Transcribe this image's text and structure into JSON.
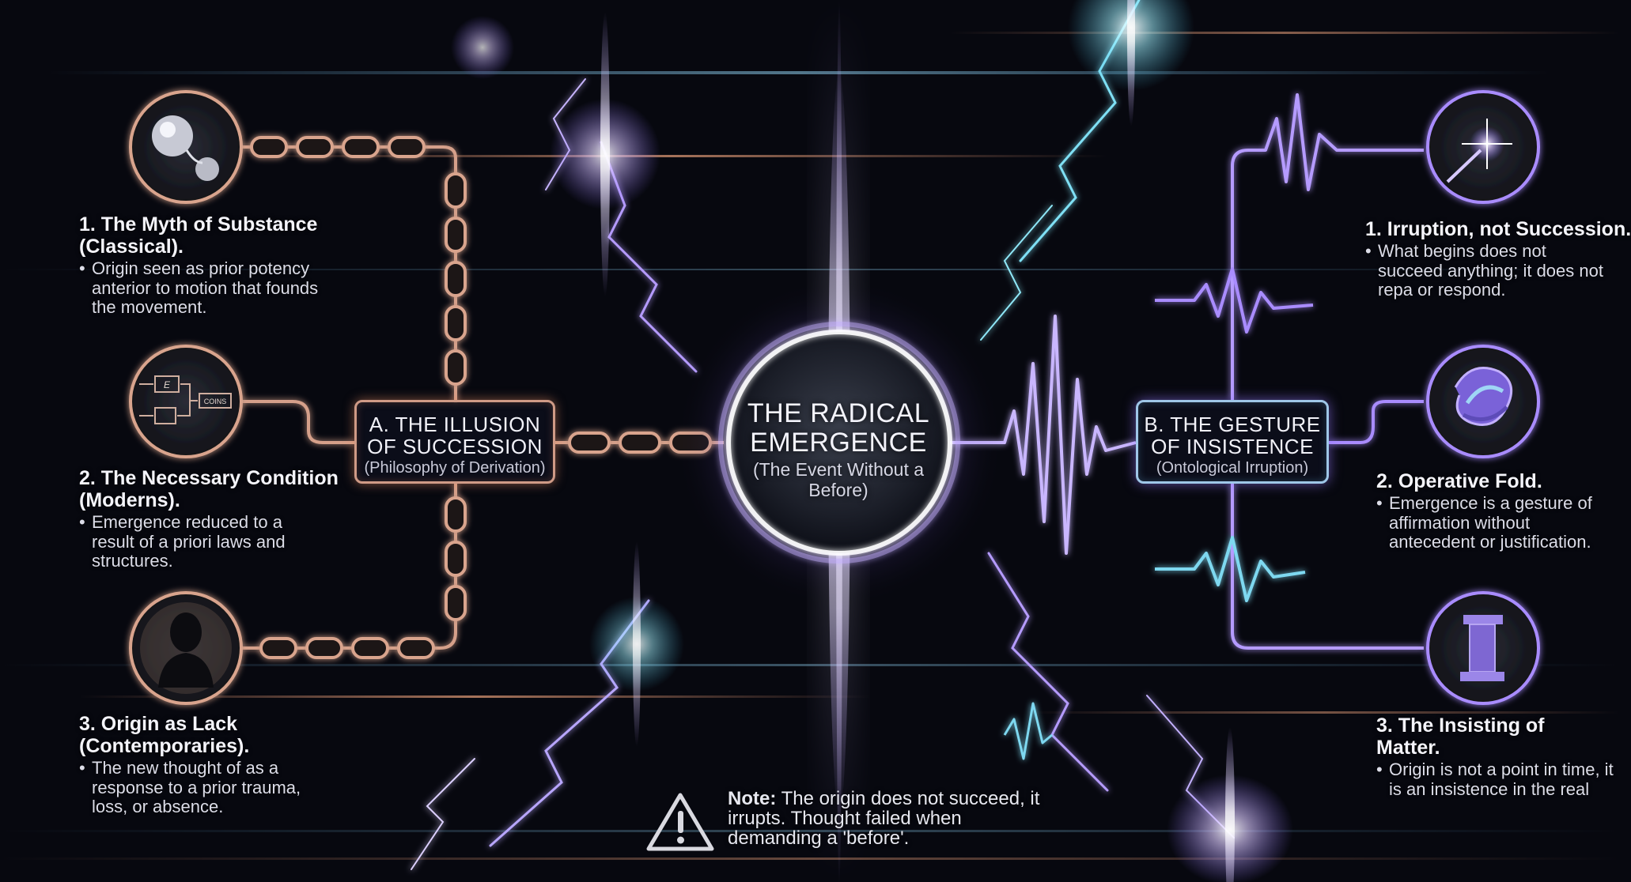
{
  "center": {
    "title": "THE RADICAL EMERGENCE",
    "subtitle": "(The Event Without a Before)"
  },
  "box_a": {
    "title": "A. THE ILLUSION OF SUCCESSION",
    "subtitle": "(Philosophy of Derivation)"
  },
  "box_b": {
    "title": "B. THE GESTURE OF INSISTENCE",
    "subtitle": "(Ontological Irruption)"
  },
  "left_items": [
    {
      "title": "1. The Myth of Substance (Classical).",
      "bullet": "Origin seen as prior potency anterior to motion that founds the movement.",
      "icon": "spheres-icon"
    },
    {
      "title": "2. The Necessary Condition (Moderns).",
      "bullet": "Emergence reduced to a result of a priori laws and structures.",
      "icon": "flowchart-icon",
      "icon_labels": [
        "E",
        "COINS"
      ]
    },
    {
      "title": "3. Origin as Lack (Contemporaries).",
      "bullet": "The new thought of as a response to a prior trauma, loss, or absence.",
      "icon": "silhouette-icon"
    }
  ],
  "right_items": [
    {
      "title": "1. Irruption, not Succession.",
      "bullet": "What begins does not succeed anything; it does not repa or respond.",
      "icon": "spark-icon"
    },
    {
      "title": "2. Operative Fold.",
      "bullet": "Emergence is a gesture of affirmation without antecedent or justification.",
      "icon": "fold-icon"
    },
    {
      "title": "3. The Insisting of Matter.",
      "bullet": "Origin is not a point in time, it is an insistence in the real",
      "icon": "pillar-icon"
    }
  ],
  "note": {
    "label": "Note:",
    "text": "The origin does not succeed, it irrupts. Thought failed when demanding a 'before'."
  },
  "colors": {
    "background": "#07080f",
    "copper": "#d98f6f",
    "violet": "#a97cff",
    "cyan": "#6fd8f0"
  }
}
